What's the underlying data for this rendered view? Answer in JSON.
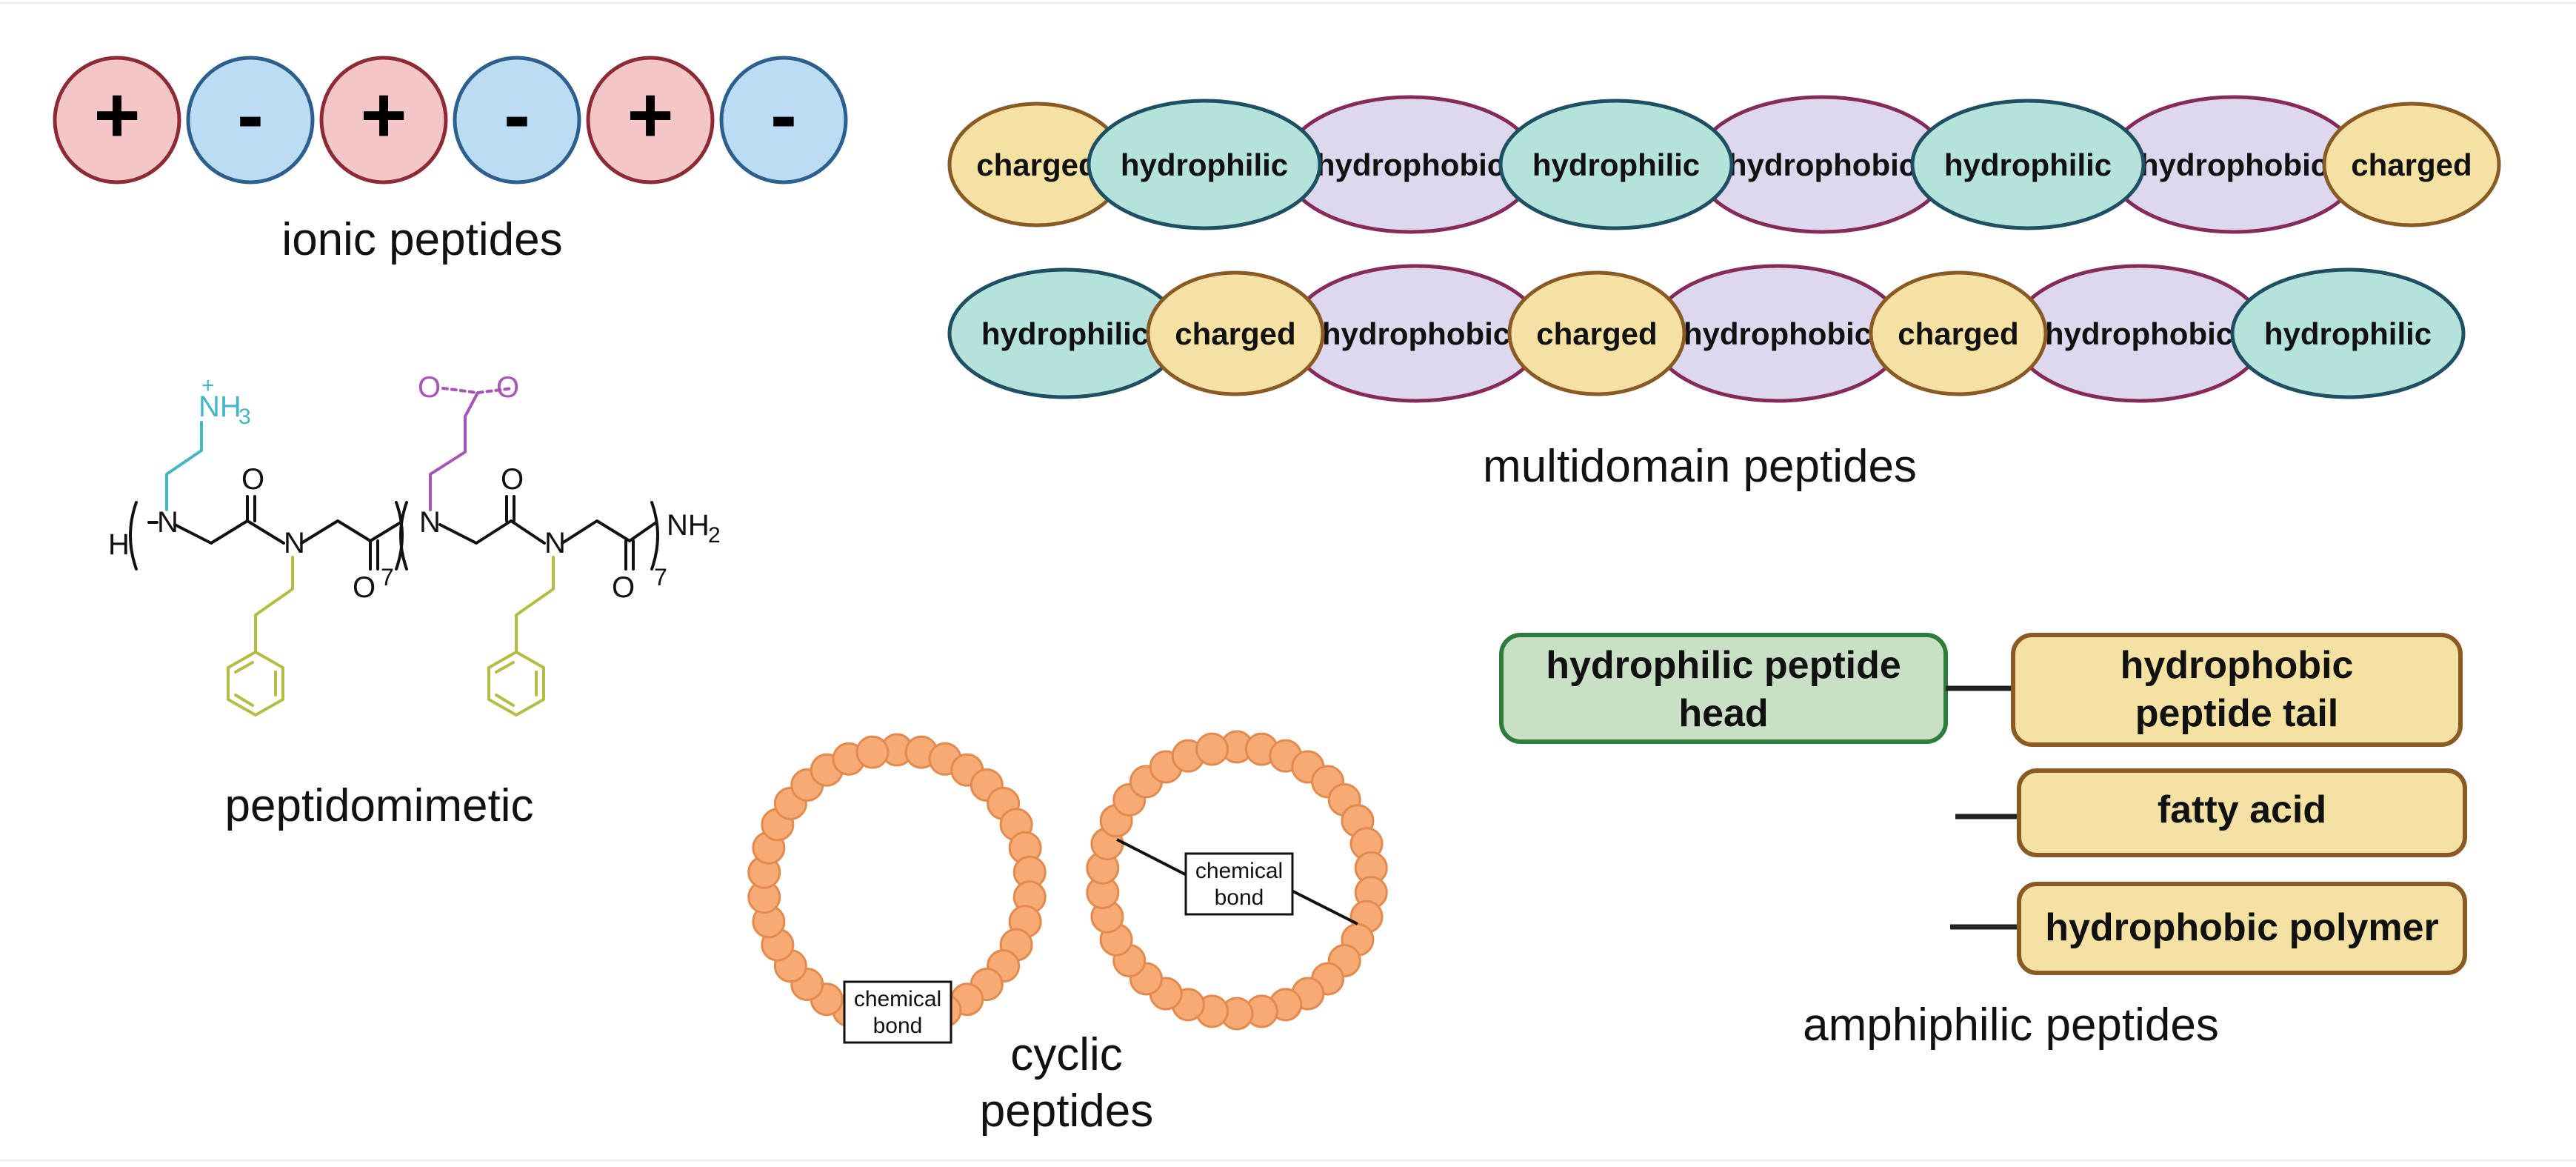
{
  "colors": {
    "positive_fill": "#f4c6c8",
    "positive_stroke": "#8e2a35",
    "negative_fill": "#bcdcf3",
    "negative_stroke": "#2d5f8e",
    "charged_fill": "#f5e2a2",
    "charged_stroke": "#8a5a24",
    "hydrophilic_fill": "#b5e2db",
    "hydrophilic_stroke": "#1e4f62",
    "hydrophobic_fill": "#ddd8ee",
    "hydrophobic_stroke": "#862b59",
    "head_fill": "#c9e0c7",
    "head_stroke": "#2f7d3c",
    "tail_fill": "#f5e2a2",
    "tail_stroke": "#8a5a24",
    "bead_fill": "#f6ab74",
    "bead_stroke": "#e38a4f",
    "amine_color": "#45b6c7",
    "carboxyl_color": "#a754b7",
    "phenyl_color": "#b3bd45",
    "bond_color": "#111111"
  },
  "ionic": {
    "charges": [
      "+",
      "-",
      "+",
      "-",
      "+",
      "-"
    ],
    "label": "ionic peptides"
  },
  "multidomain": {
    "row1": [
      "charged",
      "hydrophilic",
      "hydrophobic",
      "hydrophilic",
      "hydrophobic",
      "hydrophilic",
      "hydrophobic",
      "charged"
    ],
    "row2": [
      "hydrophilic",
      "charged",
      "hydrophobic",
      "charged",
      "hydrophobic",
      "charged",
      "hydrophobic",
      "hydrophilic"
    ],
    "label": "multidomain peptides"
  },
  "peptidomimetic": {
    "label": "peptidomimetic",
    "atoms": {
      "h": "H",
      "n": "N",
      "o": "O",
      "nh2": "NH",
      "nh2_sub": "2",
      "nh3": "NH",
      "nh3_sub": "3",
      "plus": "+",
      "repeat": "7"
    }
  },
  "cyclic": {
    "label_line1": "cyclic",
    "label_line2": "peptides",
    "bond_line1": "chemical",
    "bond_line2": "bond"
  },
  "amphiphilic": {
    "head_line1": "hydrophilic peptide",
    "head_line2": "head",
    "tail_line1": "hydrophobic",
    "tail_line2": "peptide tail",
    "fatty": "fatty acid",
    "polymer": "hydrophobic polymer",
    "label": "amphiphilic peptides"
  }
}
